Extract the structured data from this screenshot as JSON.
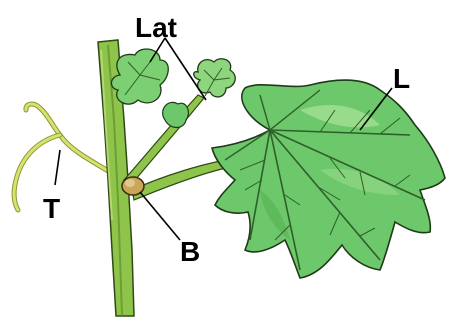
{
  "labels": {
    "lateral": "Lat",
    "leaf": "L",
    "tendril": "T",
    "bud": "B"
  },
  "colors": {
    "stem": "#8fc44a",
    "stem_dark": "#4d7a22",
    "leaf": "#6cc86a",
    "leaf_dark": "#3f8f3c",
    "vein": "#2f5e2a",
    "tendril": "#c8d860",
    "bud": "#c9a65a",
    "line": "#000000"
  }
}
